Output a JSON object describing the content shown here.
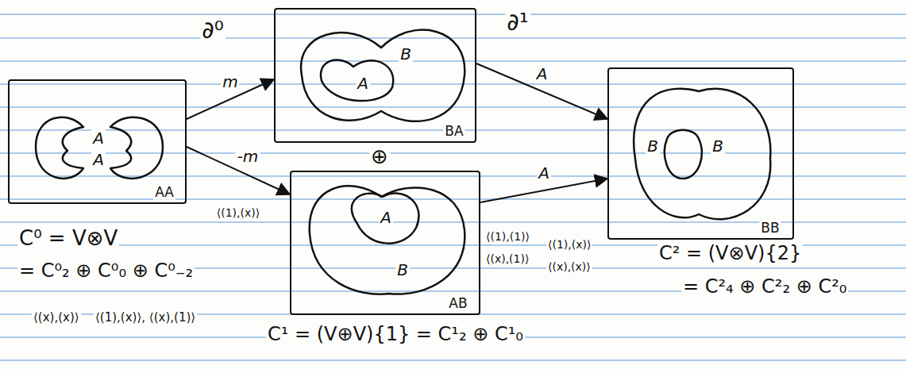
{
  "diagram": {
    "nodes": [
      {
        "text": [
          "A",
          "A",
          "AA"
        ]
      },
      {
        "text": [
          "B",
          "A",
          "BA"
        ]
      },
      {
        "text": [
          "A",
          "B",
          "AB"
        ]
      },
      {
        "text": [
          "B",
          "B",
          "BB"
        ]
      }
    ],
    "edges": [
      {
        "from": 0,
        "to": 1,
        "arrow": "to",
        "label": "m"
      },
      {
        "from": 0,
        "to": 2,
        "arrow": "to",
        "label": "-m"
      },
      {
        "from": 1,
        "to": 3,
        "arrow": "to",
        "label": "A"
      },
      {
        "from": 2,
        "to": 3,
        "arrow": "to",
        "label": "A"
      }
    ],
    "labels": [
      "∂⁰",
      "⊕",
      "∂¹",
      "C⁰ = V⊗V",
      "= C⁰₂ ⊕ C⁰₀ ⊕ C⁰₋₂",
      "⟨(1),(x)⟩",
      "⟨(x),(x)⟩",
      "⟨(1),(x)⟩, ⟨(x),(1)⟩",
      "C¹ = (V⊕V){1} = C¹₂ ⊕ C¹₀",
      "⟨(1),(1)⟩",
      "⟨(x),(1)⟩",
      "⟨(1),(x)⟩",
      "⟨(x),(x)⟩",
      "C² = (V⊗V){2}",
      "= C²₄ ⊕ C²₂ ⊕ C²₀"
    ]
  }
}
